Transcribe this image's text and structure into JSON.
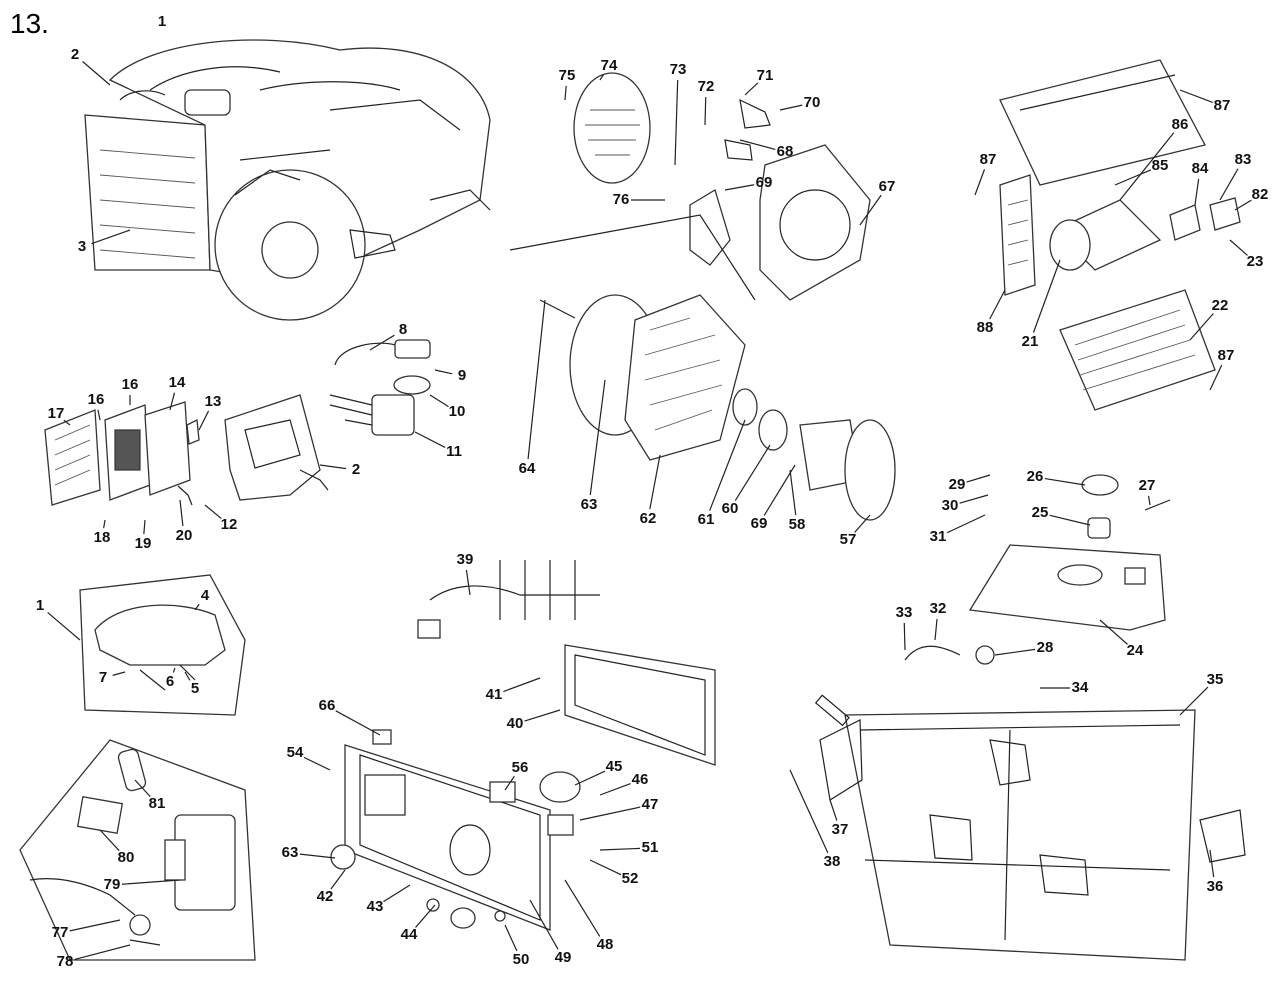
{
  "figure_number": "13.",
  "callouts": [
    "1",
    "2",
    "3",
    "4",
    "5",
    "6",
    "7",
    "8",
    "9",
    "10",
    "11",
    "12",
    "13",
    "14",
    "16",
    "16",
    "17",
    "18",
    "19",
    "20",
    "2",
    "1",
    "21",
    "22",
    "23",
    "24",
    "25",
    "26",
    "27",
    "28",
    "29",
    "30",
    "31",
    "32",
    "33",
    "34",
    "35",
    "36",
    "37",
    "38",
    "39",
    "40",
    "41",
    "42",
    "43",
    "44",
    "45",
    "46",
    "47",
    "48",
    "49",
    "50",
    "51",
    "52",
    "54",
    "56",
    "57",
    "58",
    "60",
    "61",
    "62",
    "63",
    "63",
    "64",
    "66",
    "67",
    "68",
    "69",
    "69",
    "70",
    "71",
    "72",
    "73",
    "74",
    "75",
    "76",
    "77",
    "78",
    "79",
    "80",
    "81",
    "82",
    "83",
    "84",
    "85",
    "86",
    "87",
    "87",
    "87",
    "88"
  ]
}
